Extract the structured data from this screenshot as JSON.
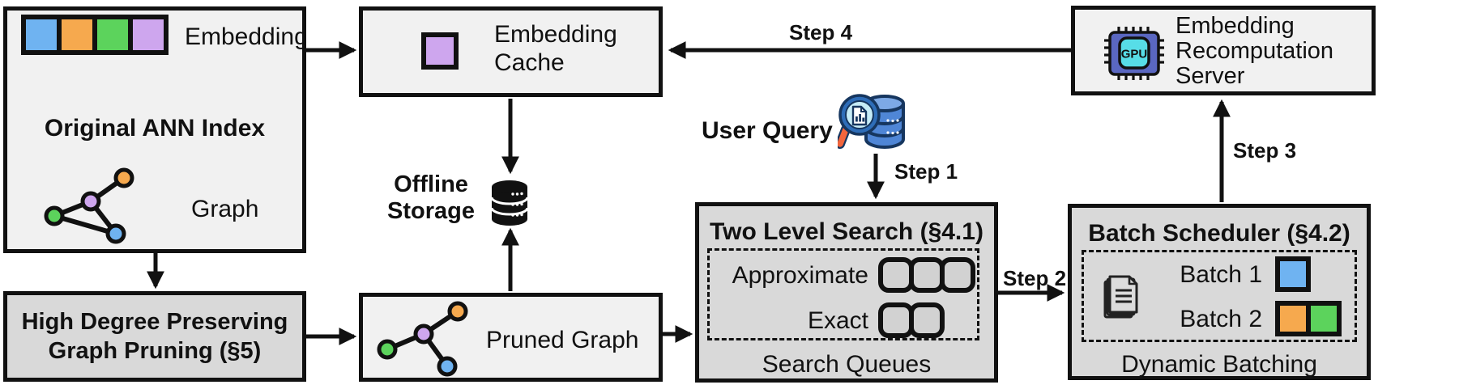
{
  "palette": {
    "blue": "#6FB3F1",
    "orange": "#F6A94E",
    "green": "#5CD35C",
    "purple": "#CEA6EE",
    "box_light": "#F1F1F1",
    "box_dark": "#D9D9D9",
    "queue_fill": "#D2D2D2",
    "line": "#111111",
    "gpu_body": "#5A67C1",
    "gpu_core": "#57DDE7",
    "query_db": "#4F86D6",
    "query_db_top": "#7DA9E6",
    "query_ring": "#2E6DB8",
    "query_lens": "#C6ECF7",
    "query_handle": "#F2653C",
    "query_outline": "#16365F"
  },
  "nodes": {
    "original_ann_index": {
      "title": "Original ANN Index",
      "embedding_label": "Embedding",
      "graph_label": "Graph"
    },
    "embedding_cache": {
      "label": "Embedding Cache"
    },
    "offline_storage": {
      "label": "Offline Storage"
    },
    "high_degree_pruning": {
      "label": "High Degree Preserving Graph Pruning (§5)"
    },
    "pruned_graph": {
      "label": "Pruned Graph"
    },
    "user_query": {
      "label": "User Query"
    },
    "two_level_search": {
      "title": "Two Level Search (§4.1)",
      "row1": "Approximate",
      "row2": "Exact",
      "caption": "Search Queues"
    },
    "batch_scheduler": {
      "title": "Batch Scheduler (§4.2)",
      "batch1": "Batch 1",
      "batch2": "Batch 2",
      "caption": "Dynamic Batching"
    },
    "recomputation_server": {
      "label": "Embedding Recomputation Server",
      "chip_label": "GPU"
    }
  },
  "steps": {
    "s1": "Step 1",
    "s2": "Step 2",
    "s3": "Step 3",
    "s4": "Step 4"
  },
  "icons": {
    "offline_storage": "database-icon",
    "user_query": "magnifier-database-icon",
    "recomputation_server": "gpu-chip-icon",
    "batch_scheduler": "documents-icon",
    "graphs": "colored-node-graph-icon"
  }
}
